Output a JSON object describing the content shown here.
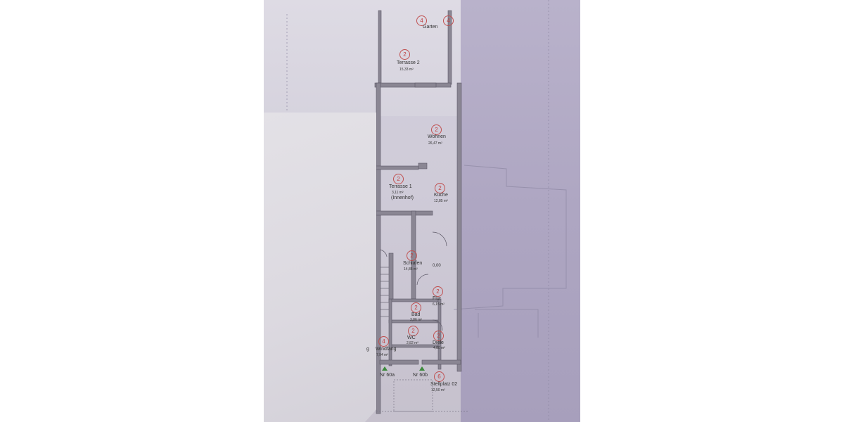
{
  "rooms": [
    {
      "num": "4",
      "name": "Garten",
      "area": ""
    },
    {
      "num": "2",
      "name": "Terrasse 2",
      "area": "15,33 m²"
    },
    {
      "num": "2",
      "name": "Wohnen",
      "area": "26,47 m²"
    },
    {
      "num": "2",
      "name": "Terrasse 1",
      "area": "3,11 m²",
      "note": "(Innenhof)"
    },
    {
      "num": "2",
      "name": "Küche",
      "area": "12,85 m²"
    },
    {
      "num": "2",
      "name": "Schlafen",
      "area": "14,85 m²"
    },
    {
      "num": "2",
      "name": "Flur",
      "area": "6,15 m²"
    },
    {
      "num": "2",
      "name": "Bad",
      "area": "3,86 m²"
    },
    {
      "num": "2",
      "name": "WC",
      "area": "2,82 m²"
    },
    {
      "num": "2",
      "name": "Diele",
      "area": "4,80 m²"
    },
    {
      "num": "4",
      "name": "Windfang",
      "area": "7,94 m²"
    },
    {
      "num": "6",
      "name": "Stellplatz 02",
      "area": "12,50 m²"
    }
  ],
  "labels": {
    "level": "0,00",
    "entry_a": "Nr 60a",
    "entry_b": "Nr 60b",
    "extra_top_num": "4",
    "partial_left": "g"
  }
}
